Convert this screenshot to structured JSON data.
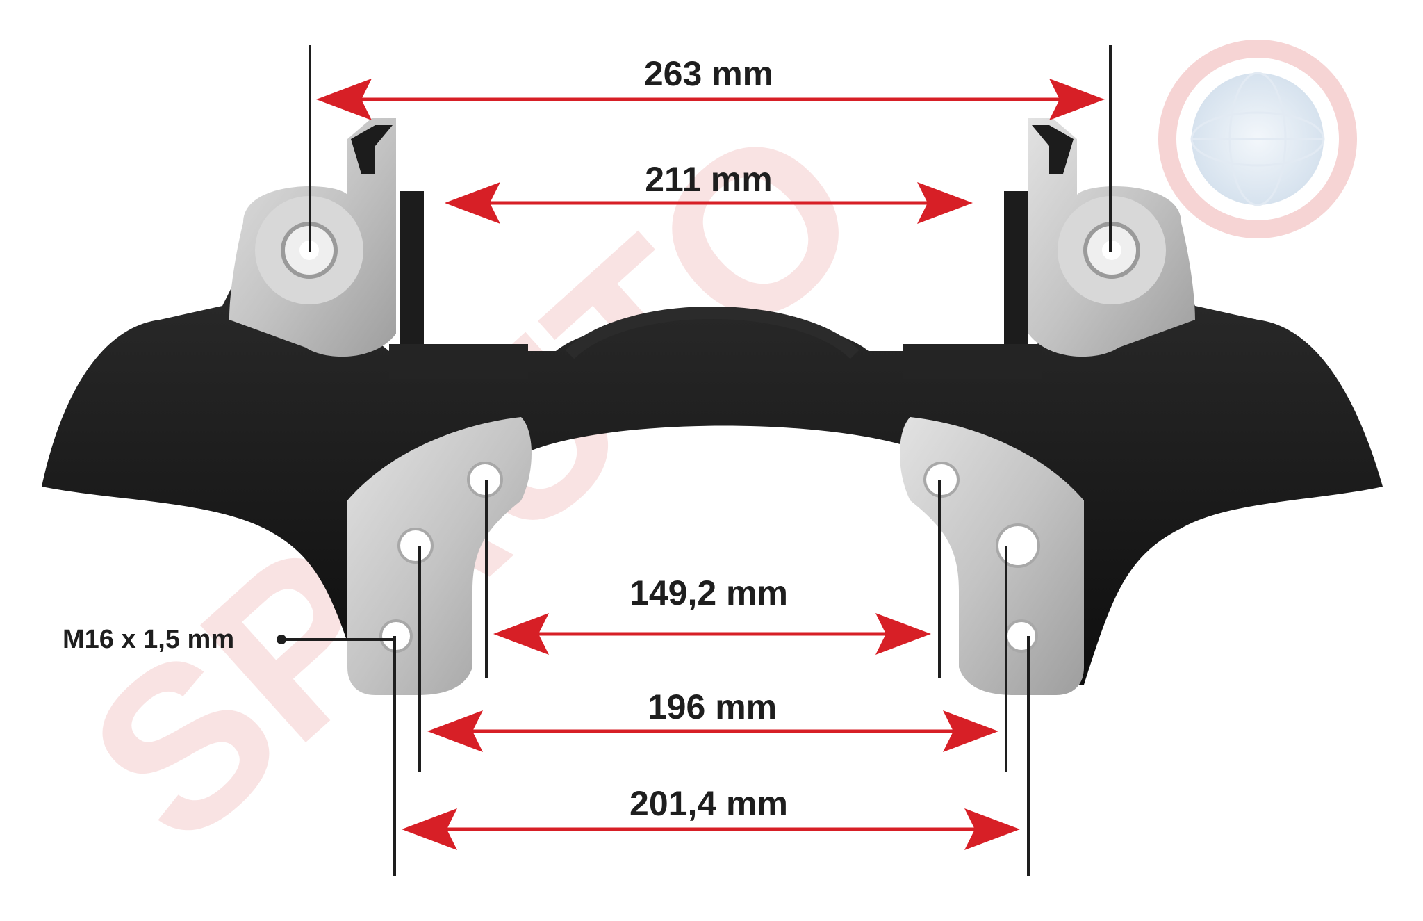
{
  "watermark": {
    "text": "SPAUTO",
    "color": "#f4cccc"
  },
  "colors": {
    "arrow": "#d71f26",
    "guide": "#1e1e1e",
    "body": "#151515",
    "metal": "#c9c9c9"
  },
  "dimensions": {
    "d263": "263 mm",
    "d211": "211 mm",
    "d149": "149,2 mm",
    "d196": "196 mm",
    "d201": "201,4 mm"
  },
  "thread_label": "M16 x 1,5 mm"
}
